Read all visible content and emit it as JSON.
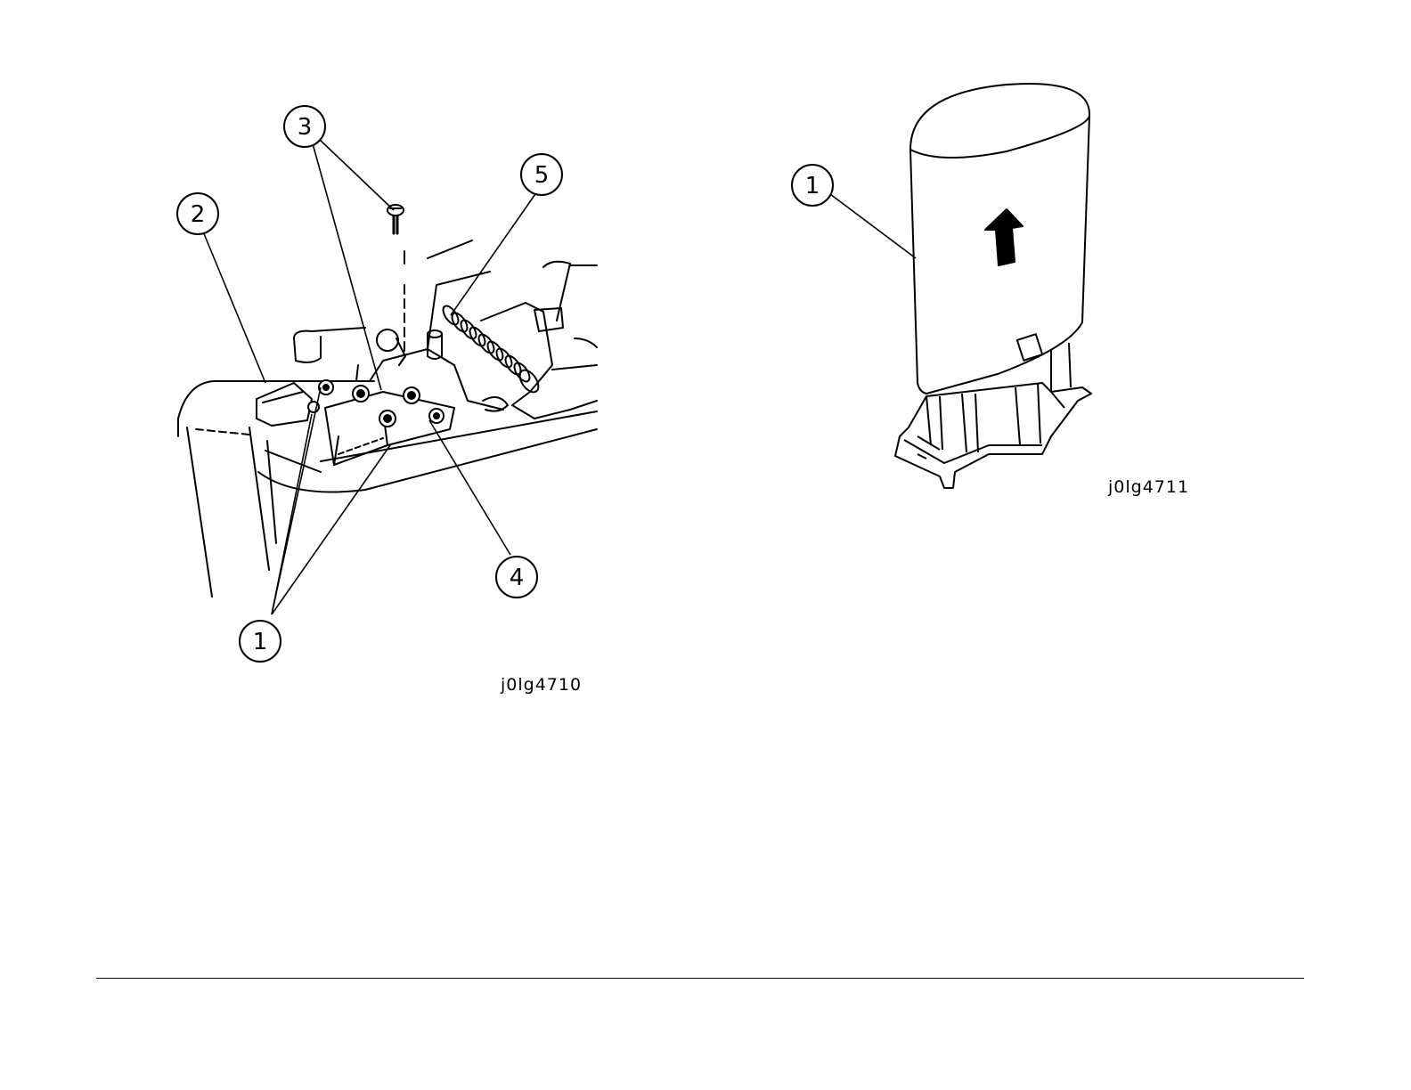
{
  "figures": [
    {
      "id": "j0lg4710",
      "callouts": [
        "1",
        "2",
        "3",
        "4",
        "5"
      ]
    },
    {
      "id": "j0lg4711",
      "callouts": [
        "1"
      ]
    }
  ],
  "icons": {
    "arrow": "up-arrow-icon"
  }
}
